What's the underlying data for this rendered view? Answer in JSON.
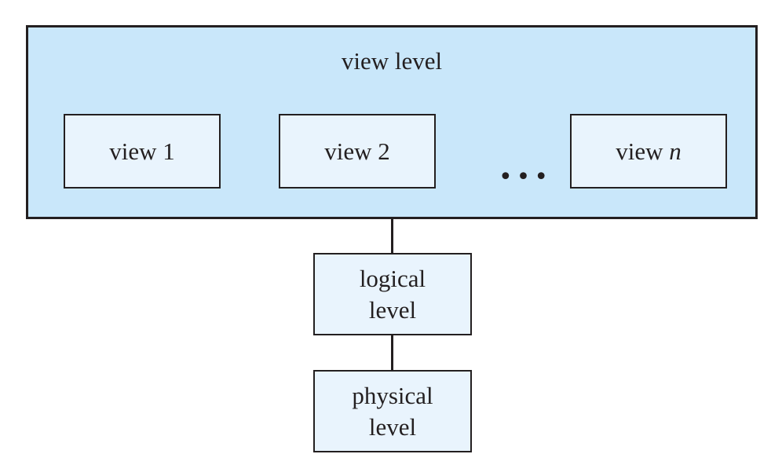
{
  "diagram": {
    "title": "view level",
    "views": [
      {
        "prefix": "view",
        "suffix": "1"
      },
      {
        "prefix": "view",
        "suffix": "2"
      },
      {
        "prefix": "view",
        "suffix": "n"
      }
    ],
    "ellipsis": "•••",
    "logical": {
      "line1": "logical",
      "line2": "level"
    },
    "physical": {
      "line1": "physical",
      "line2": "level"
    },
    "colors": {
      "outer_fill": "#c9e7fa",
      "box_fill": "#e9f4fd",
      "line": "#231f20",
      "text": "#231f20"
    }
  }
}
